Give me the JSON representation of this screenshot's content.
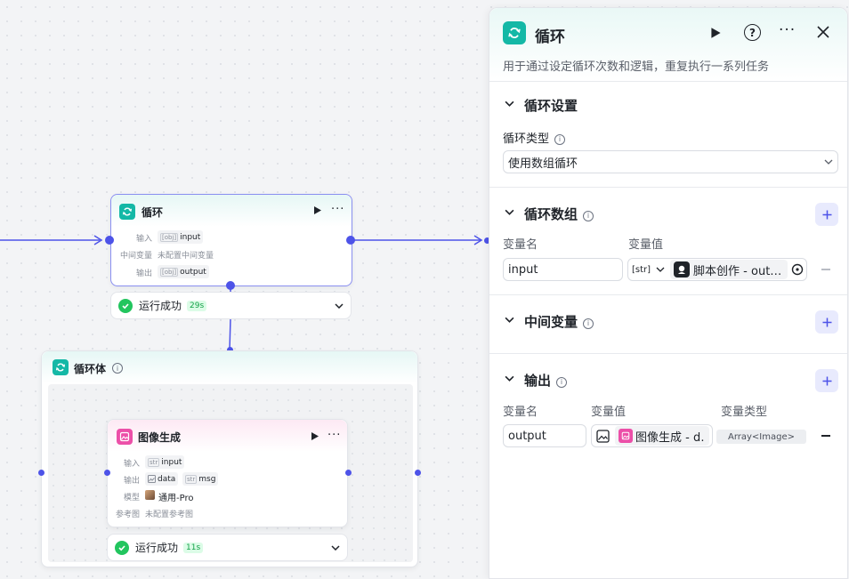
{
  "colors": {
    "accent": "#4d53e8",
    "loop_icon": "#14b8a6",
    "image_icon": "#ec4fa8",
    "success": "#22c55e"
  },
  "loop_node": {
    "title": "循环",
    "rows": [
      {
        "label": "输入",
        "type": "[obj]",
        "value": "input"
      },
      {
        "label": "中间变量",
        "value": "未配置中间变量"
      },
      {
        "label": "输出",
        "type": "[obj]",
        "value": "output"
      }
    ],
    "status": "运行成功",
    "time": "29s"
  },
  "loop_body": {
    "title": "循环体"
  },
  "image_node": {
    "title": "图像生成",
    "input_label": "输入",
    "input_type": "str",
    "input_value": "input",
    "output_label": "输出",
    "output_value_1": "data",
    "output_type_2": "str",
    "output_value_2": "msg",
    "model_label": "模型",
    "model_value": "通用-Pro",
    "ref_label": "参考图",
    "ref_value": "未配置参考图",
    "status": "运行成功",
    "time": "11s"
  },
  "panel": {
    "title": "循环",
    "description": "用于通过设定循环次数和逻辑，重复执行一系列任务",
    "settings": {
      "title": "循环设置",
      "type_label": "循环类型",
      "type_value": "使用数组循环"
    },
    "array": {
      "title": "循环数组",
      "name_header": "变量名",
      "value_header": "变量值",
      "name": "input",
      "type_tag": "[str]",
      "ref": "脚本创作 - out…"
    },
    "intermediate": {
      "title": "中间变量"
    },
    "output": {
      "title": "输出",
      "name_header": "变量名",
      "value_header": "变量值",
      "type_header": "变量类型",
      "name": "output",
      "ref": "图像生成 - d…",
      "type": "Array<Image>"
    }
  }
}
